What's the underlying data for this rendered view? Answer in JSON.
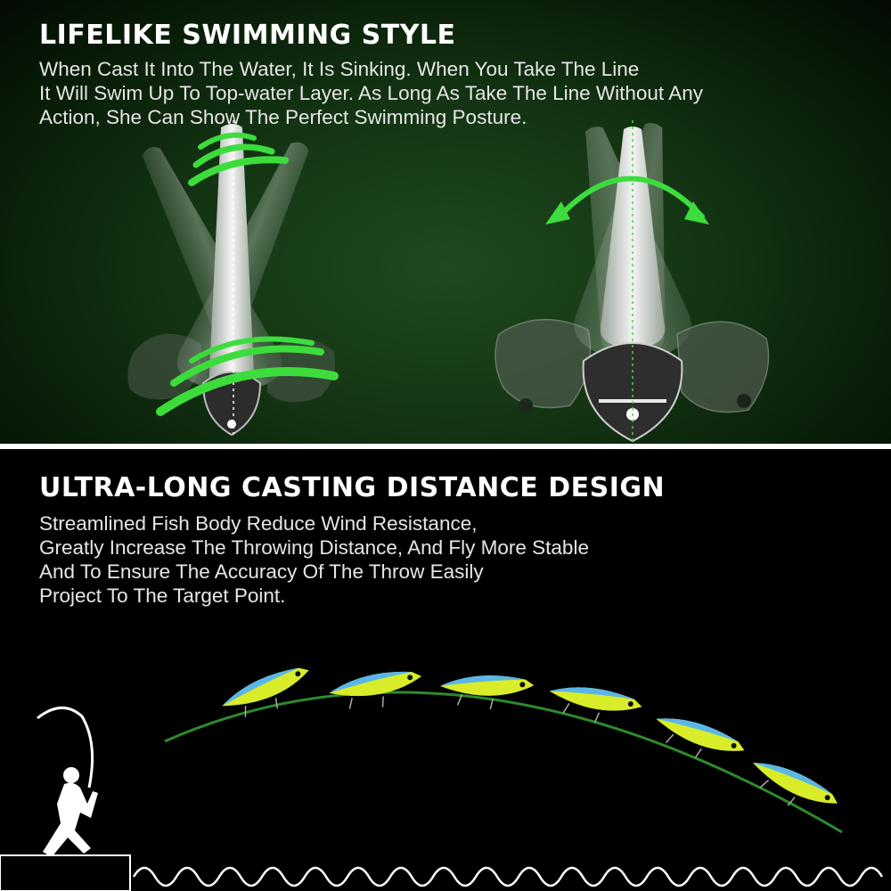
{
  "sections": [
    {
      "headline": "LIFELIKE SWIMMING STYLE",
      "lines": [
        "When Cast It Into The Water, It Is Sinking. When You Take The Line",
        "It Will Swim Up To Top-water Layer. As Long As Take The Line Without Any",
        "Action, She Can Show The Perfect Swimming Posture."
      ]
    },
    {
      "headline": "ULTRA-LONG CASTING DISTANCE DESIGN",
      "lines": [
        "Streamlined Fish Body Reduce Wind Resistance,",
        "Greatly Increase The Throwing Distance, And Fly More Stable",
        "And To Ensure The Accuracy Of The Throw Easily",
        "Project To The Target Point."
      ]
    }
  ],
  "colors": {
    "accent_green": "#3ddc3d",
    "top_background": "#133313",
    "bottom_background": "#000000",
    "lure_body": "#d8ec2a",
    "lure_back": "#5bb6e8"
  },
  "icons": [
    "swim-arrow-icon",
    "fisherman-silhouette-icon",
    "wave-icon",
    "fishing-lure-icon"
  ]
}
